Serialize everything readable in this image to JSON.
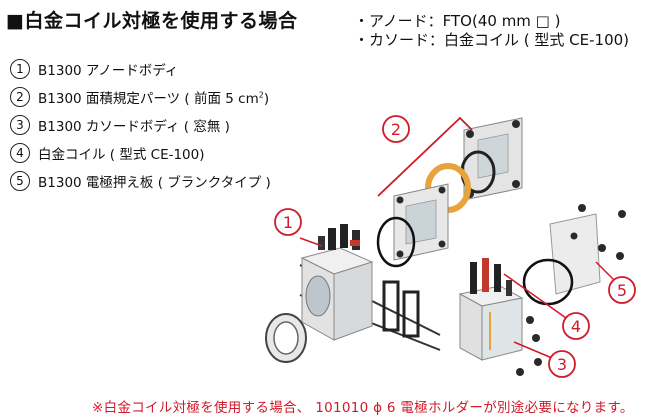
{
  "title": "■白金コイル対極を使用する場合",
  "specs": {
    "anode": "・アノード：FTO(40 mm □ )",
    "cathode": "・カソード：白金コイル ( 型式 CE-100)"
  },
  "parts": [
    {
      "num": "1",
      "label": "B1300 アノードボディ"
    },
    {
      "num": "2",
      "label_pre": "B1300 面積規定パーツ ( 前面 5 cm",
      "sup": "2",
      "label_post": ")"
    },
    {
      "num": "3",
      "label": "B1300 カソードボディ ( 窓無 )"
    },
    {
      "num": "4",
      "label": "白金コイル ( 型式 CE-100)"
    },
    {
      "num": "5",
      "label": "B1300 電極押え板 ( ブランクタイプ )"
    }
  ],
  "callouts": [
    "1",
    "2",
    "3",
    "4",
    "5"
  ],
  "note": "※白金コイル対極を使用する場合、 101010 ϕ 6 電極ホルダーが別途必要になります。",
  "colors": {
    "callout": "#d01b2a",
    "text": "#111111",
    "note": "#d01b2a",
    "part_light": "#e6e6e6",
    "part_dark": "#2a2a2a",
    "coil": "#e8a33a"
  }
}
